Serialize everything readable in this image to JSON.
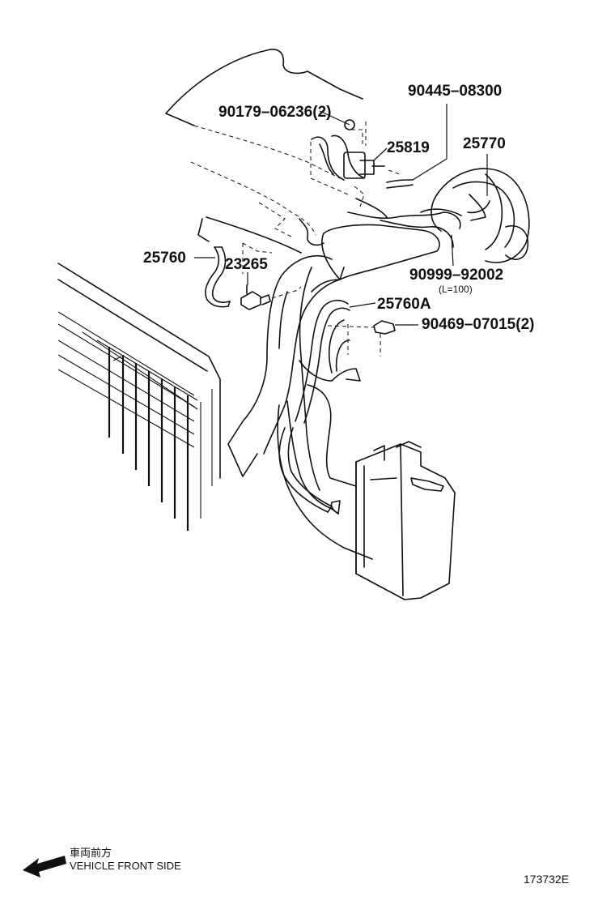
{
  "diagram": {
    "parts": [
      {
        "id": "p-90445",
        "label": "90445–08300"
      },
      {
        "id": "p-90179",
        "label": "90179–06236(2)"
      },
      {
        "id": "p-25819",
        "label": "25819"
      },
      {
        "id": "p-25770",
        "label": "25770"
      },
      {
        "id": "p-25760",
        "label": "25760"
      },
      {
        "id": "p-23265",
        "label": "23265"
      },
      {
        "id": "p-90999",
        "label": "90999–92002"
      },
      {
        "id": "p-25760a",
        "label": "25760A"
      },
      {
        "id": "p-90469",
        "label": "90469–07015(2)"
      }
    ],
    "length_note": "(L=100)",
    "direction_jp": "車両前方",
    "direction_en": "VEHICLE FRONT SIDE",
    "figure_id": "173732E"
  }
}
